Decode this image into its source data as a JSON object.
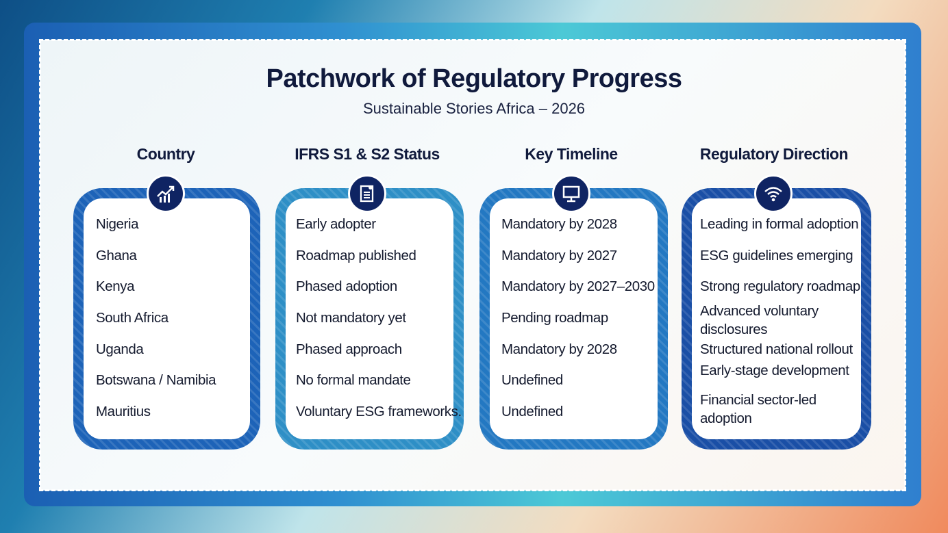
{
  "title": "Patchwork of Regulatory Progress",
  "subtitle": "Sustainable Stories Africa – 2026",
  "columns": [
    {
      "header": "Country",
      "icon": "chart-growth-icon",
      "items": [
        "Nigeria",
        "Ghana",
        "Kenya",
        "South Africa",
        "Uganda",
        "Botswana / Namibia",
        "Mauritius"
      ]
    },
    {
      "header": "IFRS S1 & S2 Status",
      "icon": "document-icon",
      "items": [
        "Early adopter",
        "Roadmap published",
        "Phased adoption",
        "Not mandatory yet",
        "Phased approach",
        "No formal mandate",
        "Voluntary ESG frameworks."
      ]
    },
    {
      "header": "Key Timeline",
      "icon": "monitor-icon",
      "items": [
        "Mandatory by 2028",
        "Mandatory by 2027",
        "Mandatory by 2027–2030",
        "Pending roadmap",
        "Mandatory by 2028",
        "Undefined",
        "Undefined"
      ]
    },
    {
      "header": "Regulatory Direction",
      "icon": "wifi-icon",
      "items": [
        "Leading in formal adoption",
        "ESG guidelines emerging",
        "Strong regulatory roadmap",
        "Advanced voluntary disclosures",
        "Structured national rollout",
        "Early-stage development",
        "Financial sector-led adoption"
      ]
    }
  ]
}
